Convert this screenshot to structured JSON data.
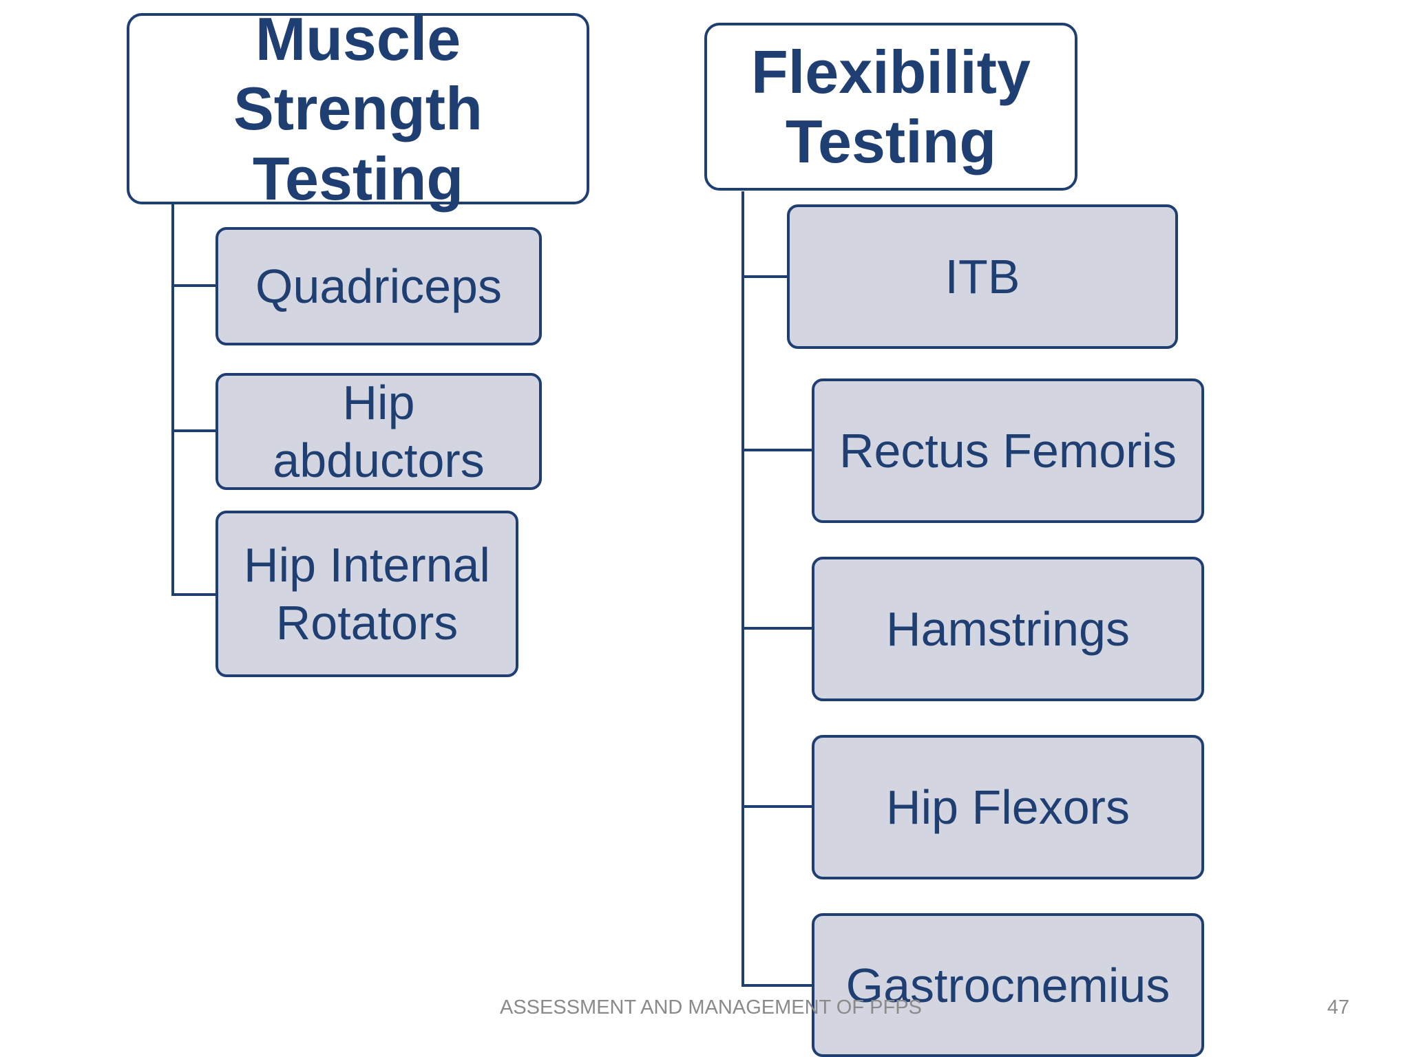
{
  "slide": {
    "left_group": {
      "title": "Muscle Strength Testing",
      "items": [
        "Quadriceps",
        "Hip abductors",
        "Hip Internal Rotators"
      ]
    },
    "right_group": {
      "title": "Flexibility Testing",
      "items": [
        "ITB",
        "Rectus Femoris",
        "Hamstrings",
        "Hip Flexors",
        "Gastrocnemius"
      ]
    },
    "footer": "ASSESSMENT AND MANAGEMENT OF PFPS",
    "page_number": "47"
  },
  "colors": {
    "border": "#1f3f72",
    "item_fill": "#d3d5e0",
    "text": "#1f3f72",
    "footer_text": "#8a8a8a"
  }
}
